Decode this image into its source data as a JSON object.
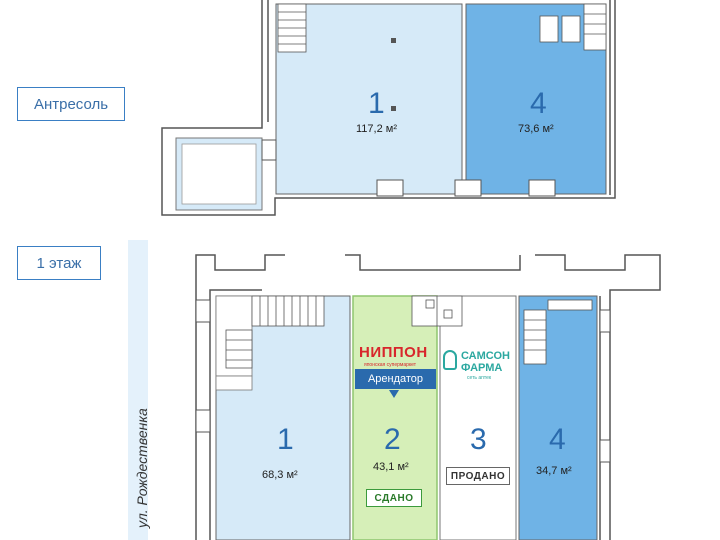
{
  "floors": {
    "mezzanine": {
      "label": "Антресоль",
      "rooms": [
        {
          "number": "1",
          "area": "117,2 м²"
        },
        {
          "number": "4",
          "area": "73,6 м²"
        }
      ]
    },
    "ground": {
      "label": "1 этаж",
      "street": "ул. Рождественка",
      "rooms": [
        {
          "number": "1",
          "area": "68,3 м²"
        },
        {
          "number": "2",
          "area": "43,1 м²",
          "status": "СДАНО"
        },
        {
          "number": "3",
          "status": "ПРОДАНО"
        },
        {
          "number": "4",
          "area": "34,7 м²"
        }
      ],
      "tenant": {
        "logo": "НИППОН",
        "logo_sub": "японская супермаркет",
        "badge": "Арендатор"
      },
      "pharmacy": {
        "line1": "САМСОН",
        "line2": "ФАРМА",
        "sub": "сеть аптек"
      }
    }
  },
  "colors": {
    "light_blue": "#d6eaf8",
    "mid_blue": "#6fb3e6",
    "green": "#d6efb8",
    "accent": "#2a6aad"
  }
}
